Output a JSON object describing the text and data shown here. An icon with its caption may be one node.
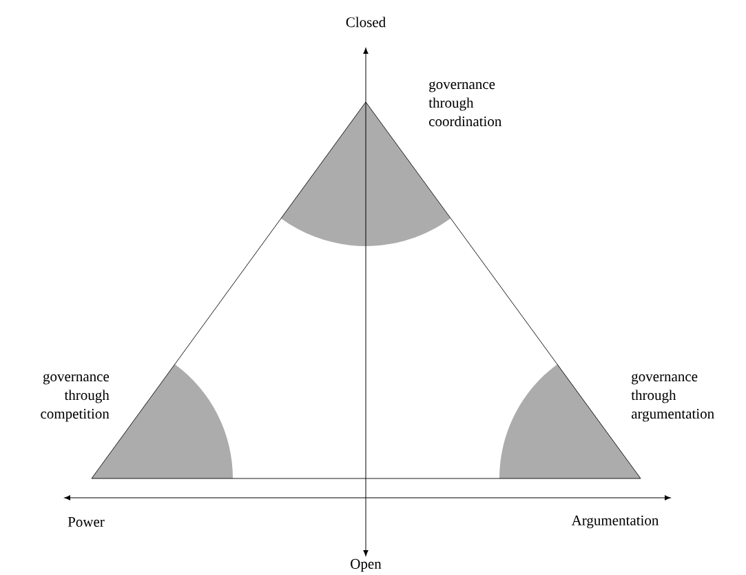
{
  "diagram": {
    "labels": [
      "Closed",
      "governance through coordination",
      "governance through competition",
      "governance through argumentation",
      "Power",
      "Argumentation",
      "Open"
    ]
  }
}
